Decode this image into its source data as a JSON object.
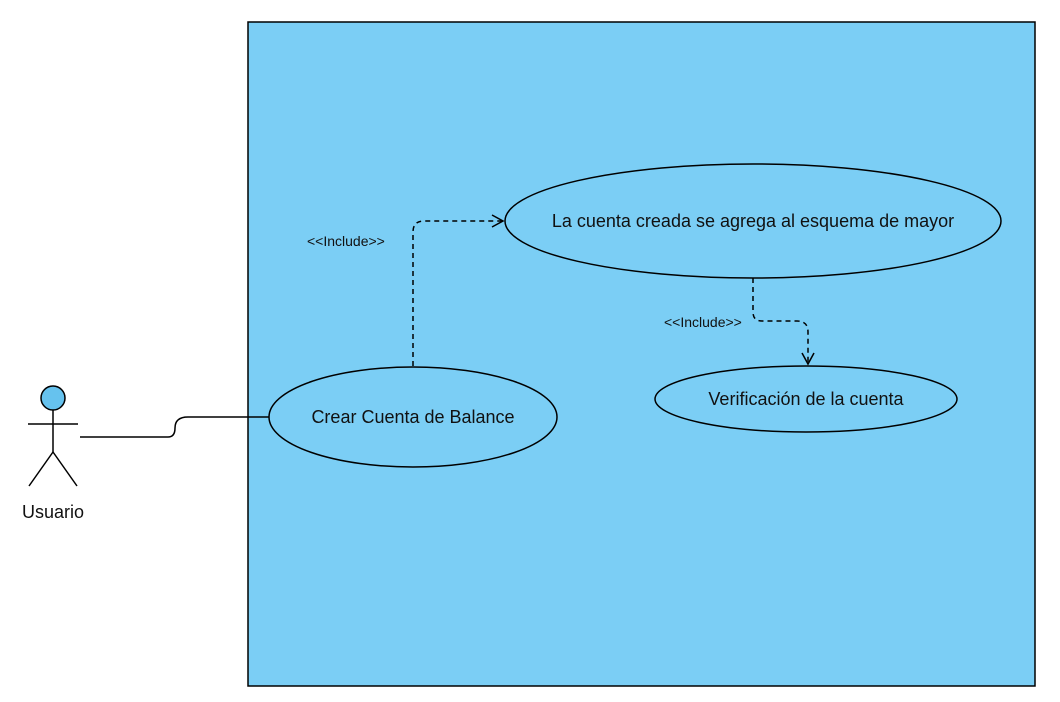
{
  "colors": {
    "system_fill": "#7BCEF5",
    "stroke": "#000000",
    "actor_head": "#66C2EE"
  },
  "actor": {
    "label": "Usuario"
  },
  "use_cases": {
    "crear": {
      "label": "Crear Cuenta de Balance"
    },
    "agrega": {
      "label": "La cuenta creada se agrega al esquema de mayor"
    },
    "verificacion": {
      "label": "Verificación de la cuenta"
    }
  },
  "relations": {
    "include_1": {
      "label": "<<Include>>"
    },
    "include_2": {
      "label": "<<Include>>"
    }
  }
}
